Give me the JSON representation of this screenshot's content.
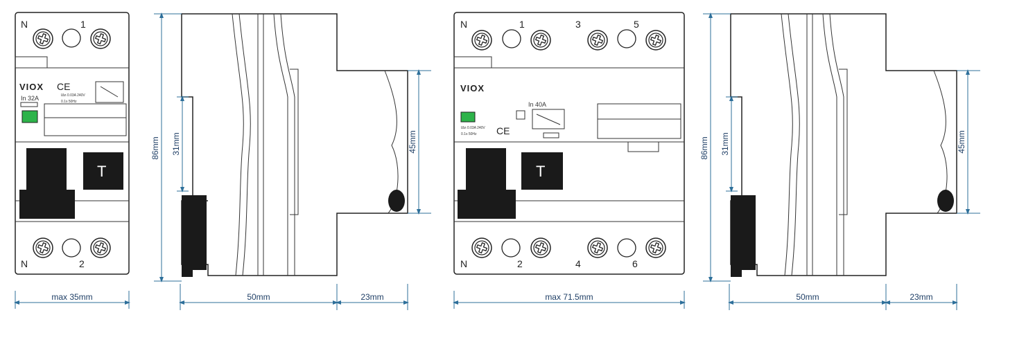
{
  "front_2p": {
    "terminals_top": [
      "N",
      "1"
    ],
    "terminals_bottom": [
      "N",
      "2"
    ],
    "brand": "VIOX",
    "ce": "CE",
    "rating": "In 32A",
    "spec_line1": "IΔn 0.03A 240V",
    "spec_line2": "0.1s 50Hz",
    "test_button": "T",
    "width_dim": "max 35mm"
  },
  "front_4p": {
    "terminals_top": [
      "N",
      "1",
      "3",
      "5"
    ],
    "terminals_bottom": [
      "N",
      "2",
      "4",
      "6"
    ],
    "brand": "VIOX",
    "ce": "CE",
    "rating": "In 40A",
    "spec_line1": "IΔn 0.03A 240V",
    "spec_line2": "0.1s 50Hz",
    "test_button": "T",
    "width_dim": "max 71.5mm"
  },
  "side_view": {
    "height_dim": "86mm",
    "lever_dim": "31mm",
    "rail_dim": "45mm",
    "depth_dim": "50mm",
    "rear_dim": "23mm"
  },
  "colors": {
    "line": "#222222",
    "dimension": "#2d6f9a",
    "indicator_green": "#2db34a",
    "lever_black": "#1a1a1a"
  }
}
